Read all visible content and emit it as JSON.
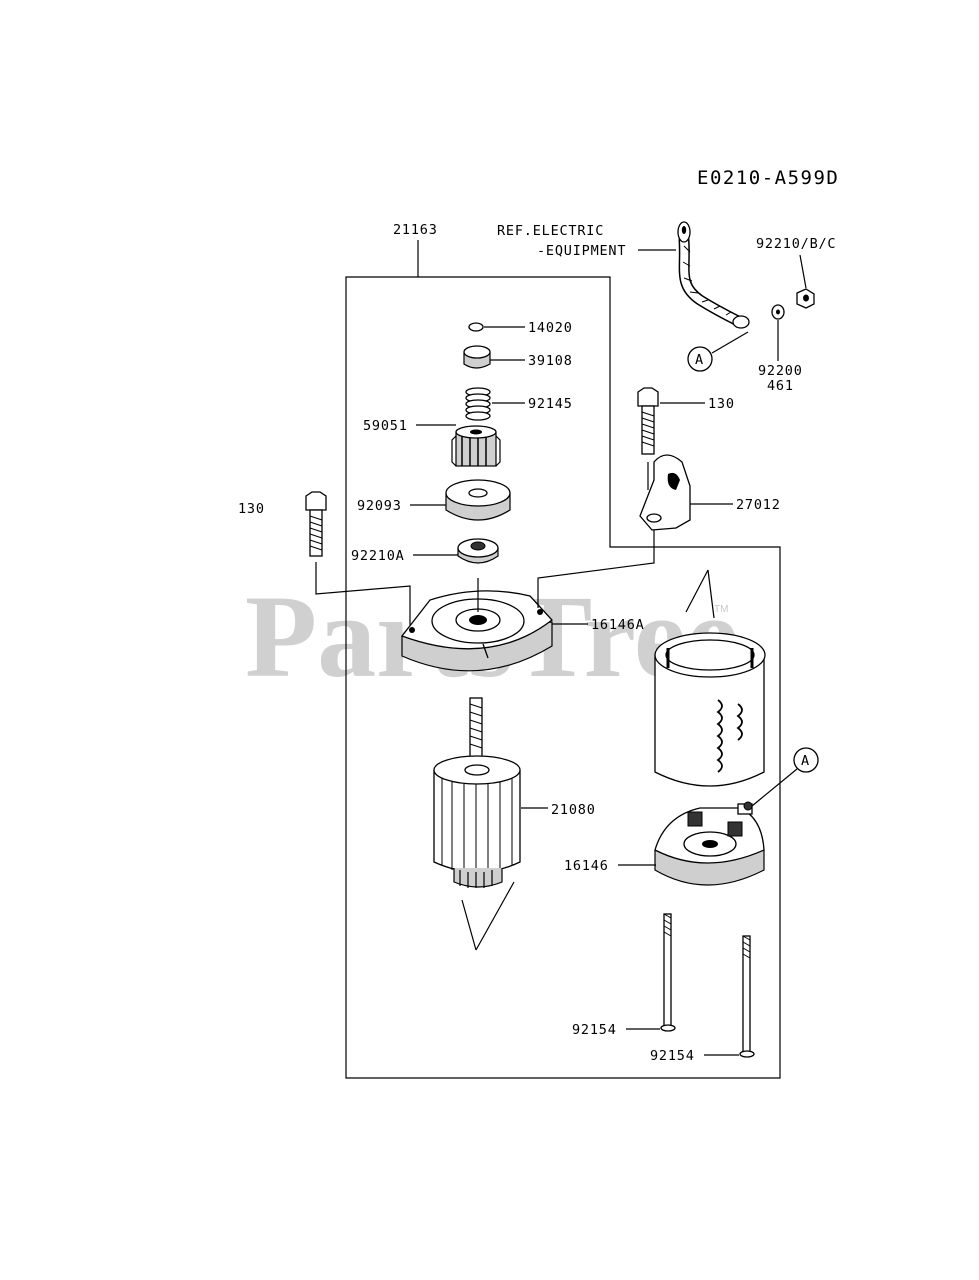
{
  "diagram_code": "E0210-A599D",
  "watermark": "PartsTree",
  "watermark_tm": "TM",
  "assembly_label": "21163",
  "ref_text": {
    "line1": "REF.ELECTRIC",
    "line2": "-EQUIPMENT"
  },
  "callout_letter": "A",
  "labels": {
    "p14020": "14020",
    "p39108": "39108",
    "p92145": "92145",
    "p59051": "59051",
    "p92093": "92093",
    "p92210A": "92210A",
    "p16146A": "16146A",
    "p130_left": "130",
    "p130_right": "130",
    "p27012": "27012",
    "p92210BC": "92210/B/C",
    "p92200": "92200",
    "p461": "461",
    "p21080": "21080",
    "p16146": "16146",
    "p92154_a": "92154",
    "p92154_b": "92154"
  }
}
